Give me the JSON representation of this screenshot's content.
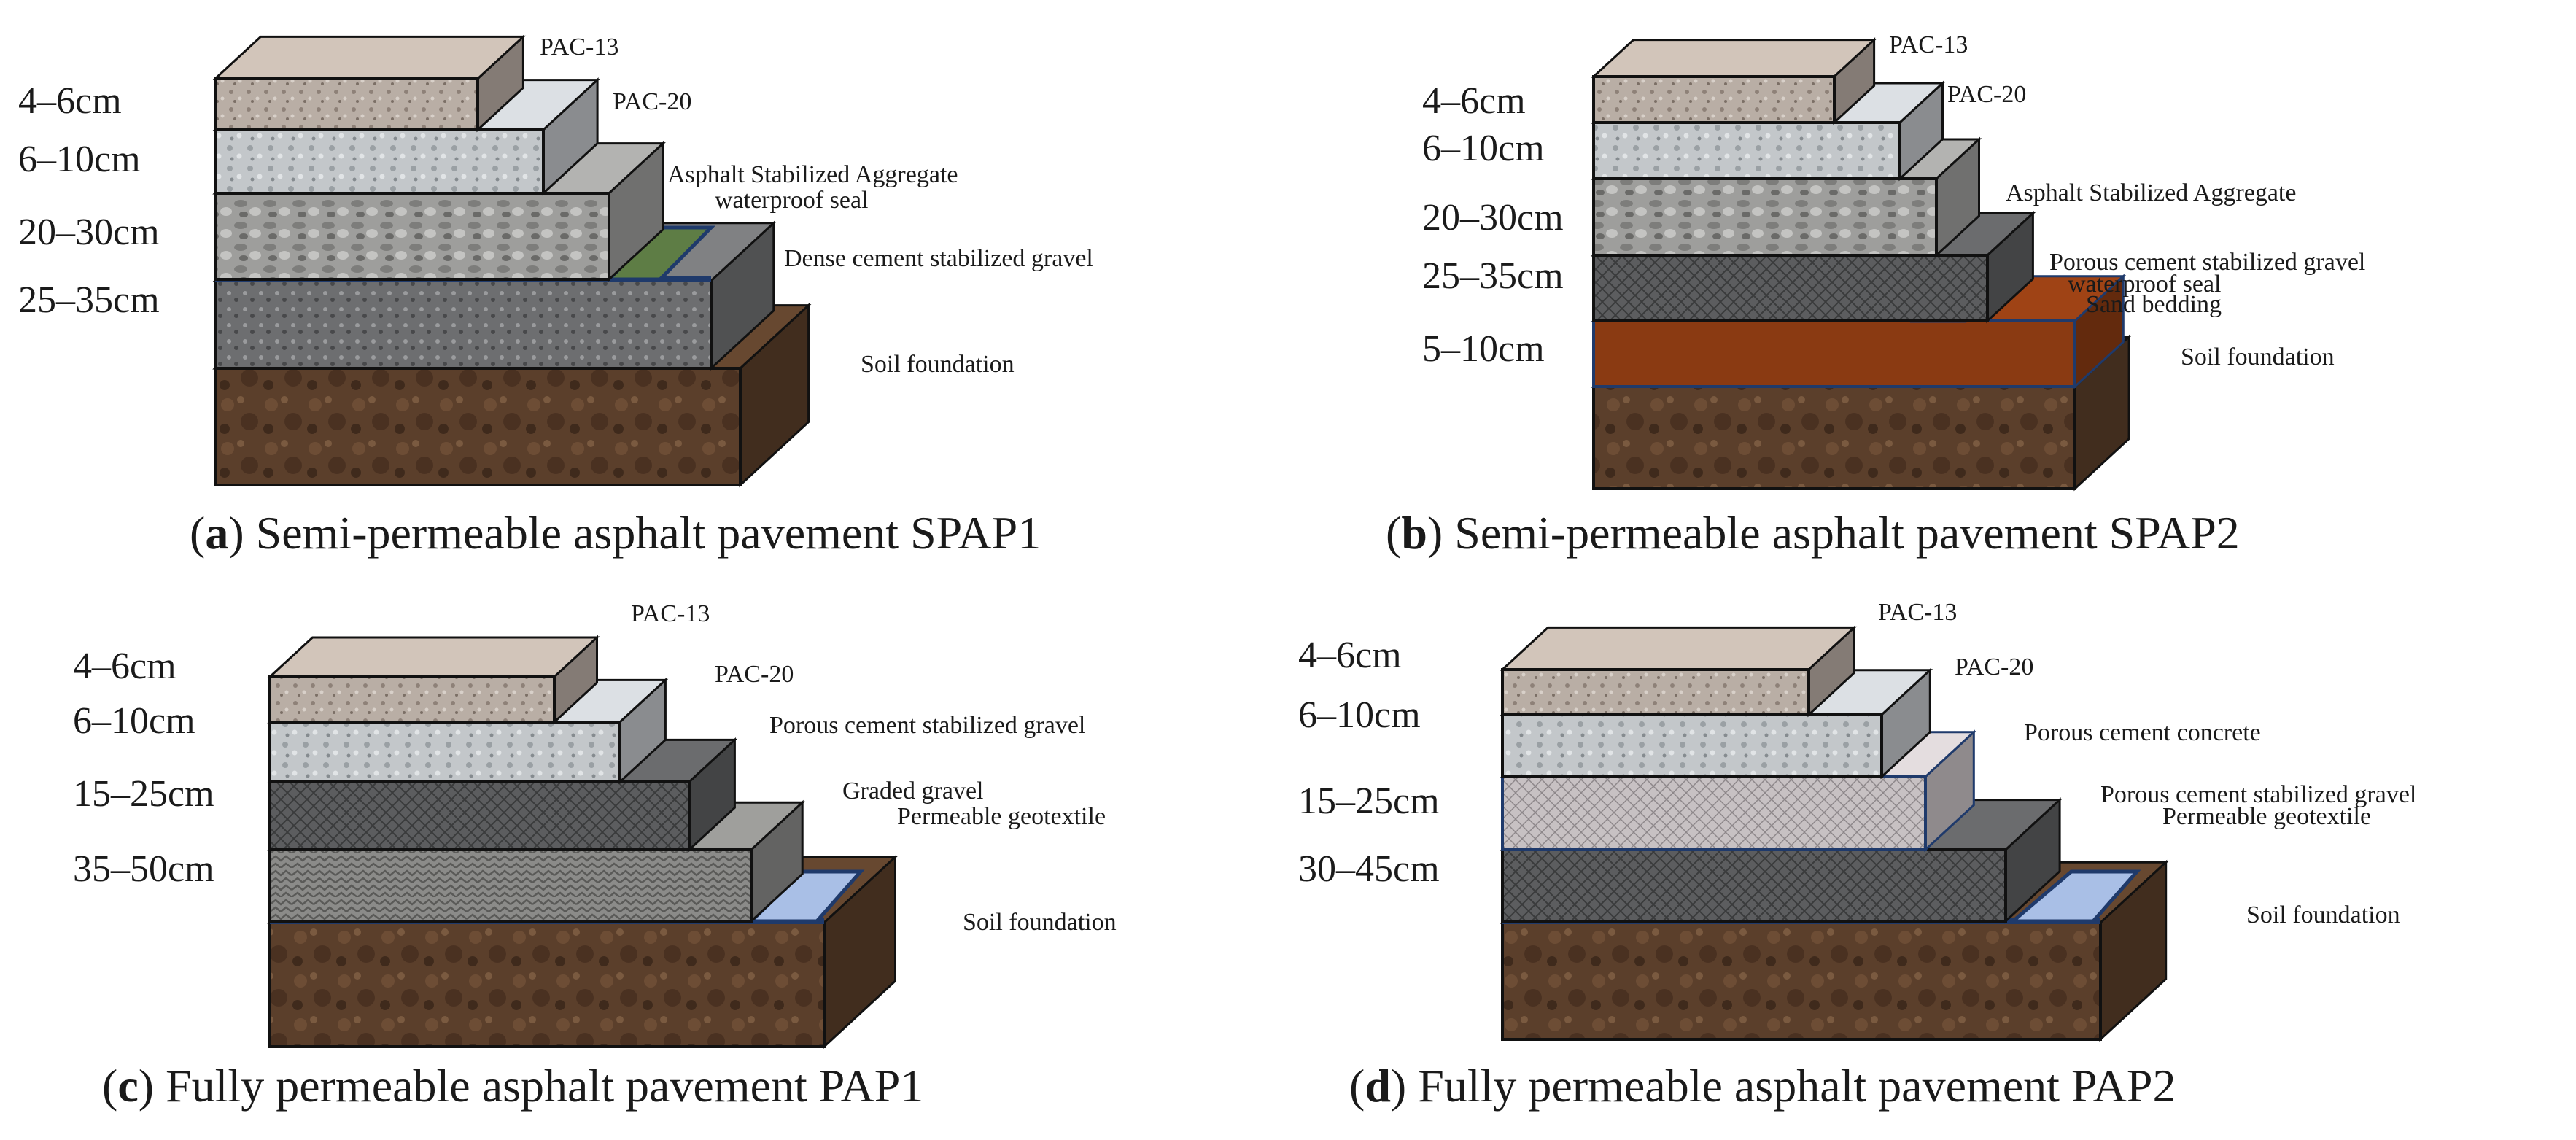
{
  "panels": [
    {
      "id": "a",
      "caption": {
        "letter": "a",
        "text": "Semi-permeable asphalt pavement SPAP1"
      },
      "thicknesses": [
        "4–6cm",
        "6–10cm",
        "20–30cm",
        "25–35cm"
      ],
      "layers": [
        "PAC-13",
        "PAC-20",
        "Asphalt Stabilized Aggregate",
        "waterproof seal",
        "Dense cement stabilized gravel",
        "Soil foundation"
      ]
    },
    {
      "id": "b",
      "caption": {
        "letter": "b",
        "text": "Semi-permeable asphalt pavement SPAP2"
      },
      "thicknesses": [
        "4–6cm",
        "6–10cm",
        "20–30cm",
        "25–35cm",
        "5–10cm"
      ],
      "layers": [
        "PAC-13",
        "PAC-20",
        "Asphalt Stabilized Aggregate",
        "Porous cement stabilized gravel",
        "waterproof seal",
        "Sand bedding",
        "Soil foundation"
      ]
    },
    {
      "id": "c",
      "caption": {
        "letter": "c",
        "text": "Fully permeable asphalt pavement PAP1"
      },
      "thicknesses": [
        "4–6cm",
        "6–10cm",
        "15–25cm",
        "35–50cm"
      ],
      "layers": [
        "PAC-13",
        "PAC-20",
        "Porous cement stabilized gravel",
        "Graded gravel",
        "Permeable geotextile",
        "Soil foundation"
      ]
    },
    {
      "id": "d",
      "caption": {
        "letter": "d",
        "text": "Fully permeable asphalt pavement PAP2"
      },
      "thicknesses": [
        "4–6cm",
        "6–10cm",
        "15–25cm",
        "30–45cm"
      ],
      "layers": [
        "PAC-13",
        "PAC-20",
        "Porous cement concrete",
        "Porous cement stabilized gravel",
        "Permeable geotextile",
        "Soil foundation"
      ]
    }
  ],
  "colors": {
    "pac13": "#b7aba2",
    "pac20": "#bfc3c6",
    "asphalt_agg": "#9c9c9a",
    "dense_gravel": "#6f7072",
    "porous_gravel": "#5d5e60",
    "soil": "#5a3f2a",
    "waterproof": "#5e7d45",
    "sand": "#8a3a12",
    "geotextile": "#a9bfe6",
    "graded_gravel": "#8a8a88",
    "porous_concrete": "#c6c0c2",
    "outline": "#111111",
    "blue_edge": "#1f3a6b"
  }
}
